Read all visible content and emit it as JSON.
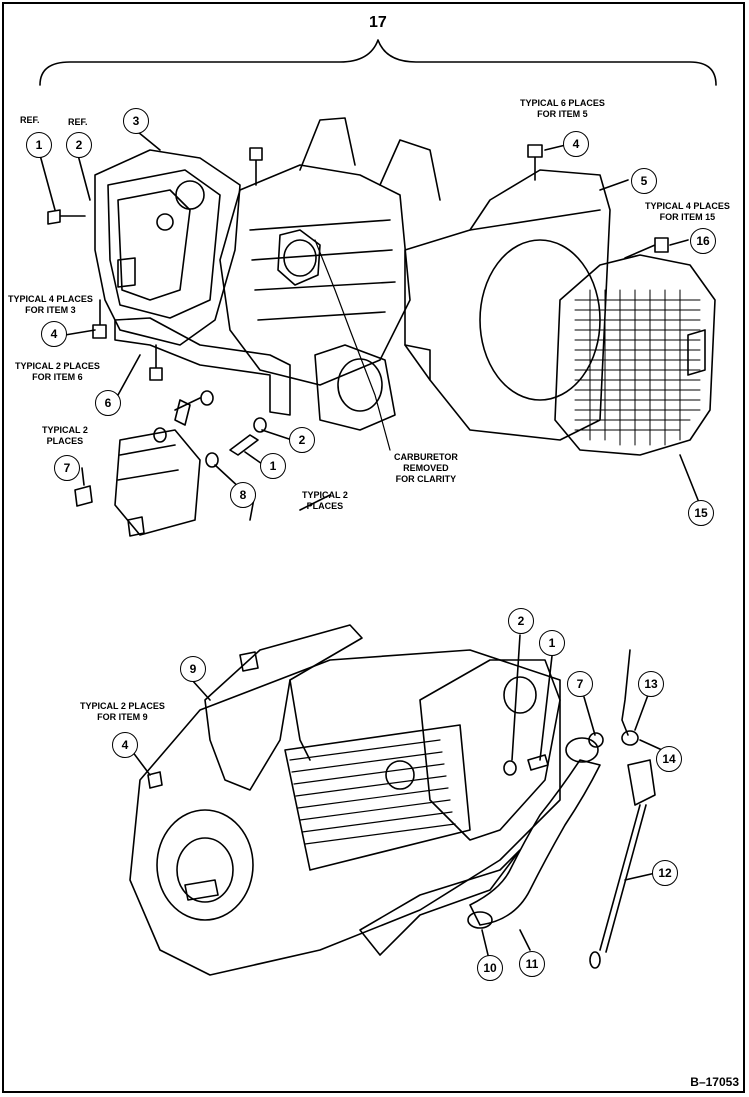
{
  "figure_id": "B–17053",
  "assembly_callout": "17",
  "callouts": {
    "c1_ref": "1",
    "c2_ref": "2",
    "c3": "3",
    "c4_top": "4",
    "c5": "5",
    "c16": "16",
    "c4_left": "4",
    "c6": "6",
    "c7_left": "7",
    "c2_mid": "2",
    "c1_mid": "1",
    "c8": "8",
    "c15": "15",
    "c9": "9",
    "c2_low": "2",
    "c1_low": "1",
    "c7_low": "7",
    "c13": "13",
    "c4_low": "4",
    "c14": "14",
    "c12": "12",
    "c10": "10",
    "c11": "11"
  },
  "notes": {
    "ref1": "REF.",
    "ref2": "REF.",
    "typ6_item5": "TYPICAL 6 PLACES\nFOR ITEM 5",
    "typ4_item15": "TYPICAL 4 PLACES\nFOR ITEM 15",
    "typ4_item3": "TYPICAL 4 PLACES\nFOR ITEM 3",
    "typ2_item6": "TYPICAL 2 PLACES\nFOR ITEM 6",
    "typ2_places_left": "TYPICAL 2\nPLACES",
    "typ2_places_mid": "TYPICAL 2\nPLACES",
    "carburetor": "CARBURETOR\nREMOVED\nFOR CLARITY",
    "typ2_item9": "TYPICAL 2 PLACES\nFOR ITEM 9"
  }
}
